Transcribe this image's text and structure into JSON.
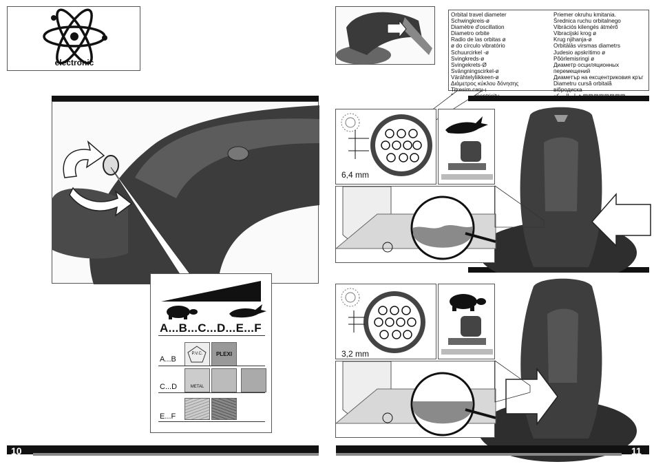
{
  "logo": {
    "label": "electronic"
  },
  "left_page": {
    "page_number": "10",
    "speed_scale": {
      "letters": "A...B...C...D...E...F"
    },
    "material_rows": [
      {
        "label": "A...B",
        "tiles": [
          "P.V.C.",
          "PLEXI"
        ]
      },
      {
        "label": "C...D",
        "tiles": [
          "METAL",
          "",
          ""
        ]
      },
      {
        "label": "E...F",
        "tiles": [
          "",
          ""
        ]
      }
    ]
  },
  "right_page": {
    "page_number": "11",
    "legend": {
      "col1": [
        "Orbital travel diameter",
        "Schwingkreis-ø",
        "Diamètre d'oscillation",
        "Diametro orbite",
        "Radio de las orbitas ø",
        "ø do círculo vibratório",
        "Schuurcirkel -ø",
        "Svingkreds-ø",
        "Svingekrets-Ø",
        "Svängningscirkel-ø",
        "Värähtelyliikkeen-ø",
        "Διάμετρος κύκλου δόνησης",
        "Titreşim çapı-ı",
        "Průměr excentricity"
      ],
      "col2": [
        "Priemer okruhu kmitania.",
        "Średnica ruchu orbitalnego",
        "Vibrációs kilengés átmérő",
        "Vibracijski krog ø",
        "Krug njihanja-ø",
        "Orbitālās virsmas diametrs",
        "Judesio apskritimo ø",
        "Põörlemisringi ø",
        "Диаметр осциляционных",
        "перемещений",
        "Диаметър на ексцентриковия кръг",
        "Diametru cursă orbitală",
        "вібродиска",
        "قطر الحركة ▨▨▨▨▨▨▨▨"
      ]
    },
    "orbit_panels": [
      {
        "value": "6,4 mm",
        "speed_icon": "hare-icon"
      },
      {
        "value": "3,2 mm",
        "speed_icon": "tortoise-icon"
      }
    ]
  },
  "colors": {
    "tool_dark": "#3a3a3a",
    "tool_mid": "#5a5a5a",
    "band": "#111111",
    "wave": "#8a8a8a"
  }
}
